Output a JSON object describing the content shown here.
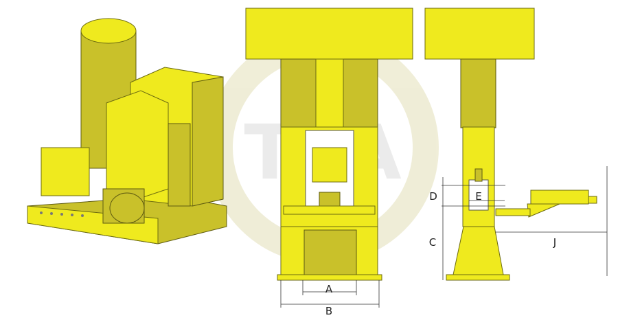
{
  "watermark": {
    "logo_text": "TYA",
    "color": "#e8e6c8"
  },
  "colors": {
    "machine": "#efea1e",
    "machine_shadow": "#c9c12a"
  },
  "dimensions": {
    "front_view": {
      "inner_width": "A",
      "outer_width": "B"
    },
    "side_view": {
      "column_height": "C",
      "die_height": "D",
      "die_width": "E",
      "arm_reach": "J"
    }
  }
}
